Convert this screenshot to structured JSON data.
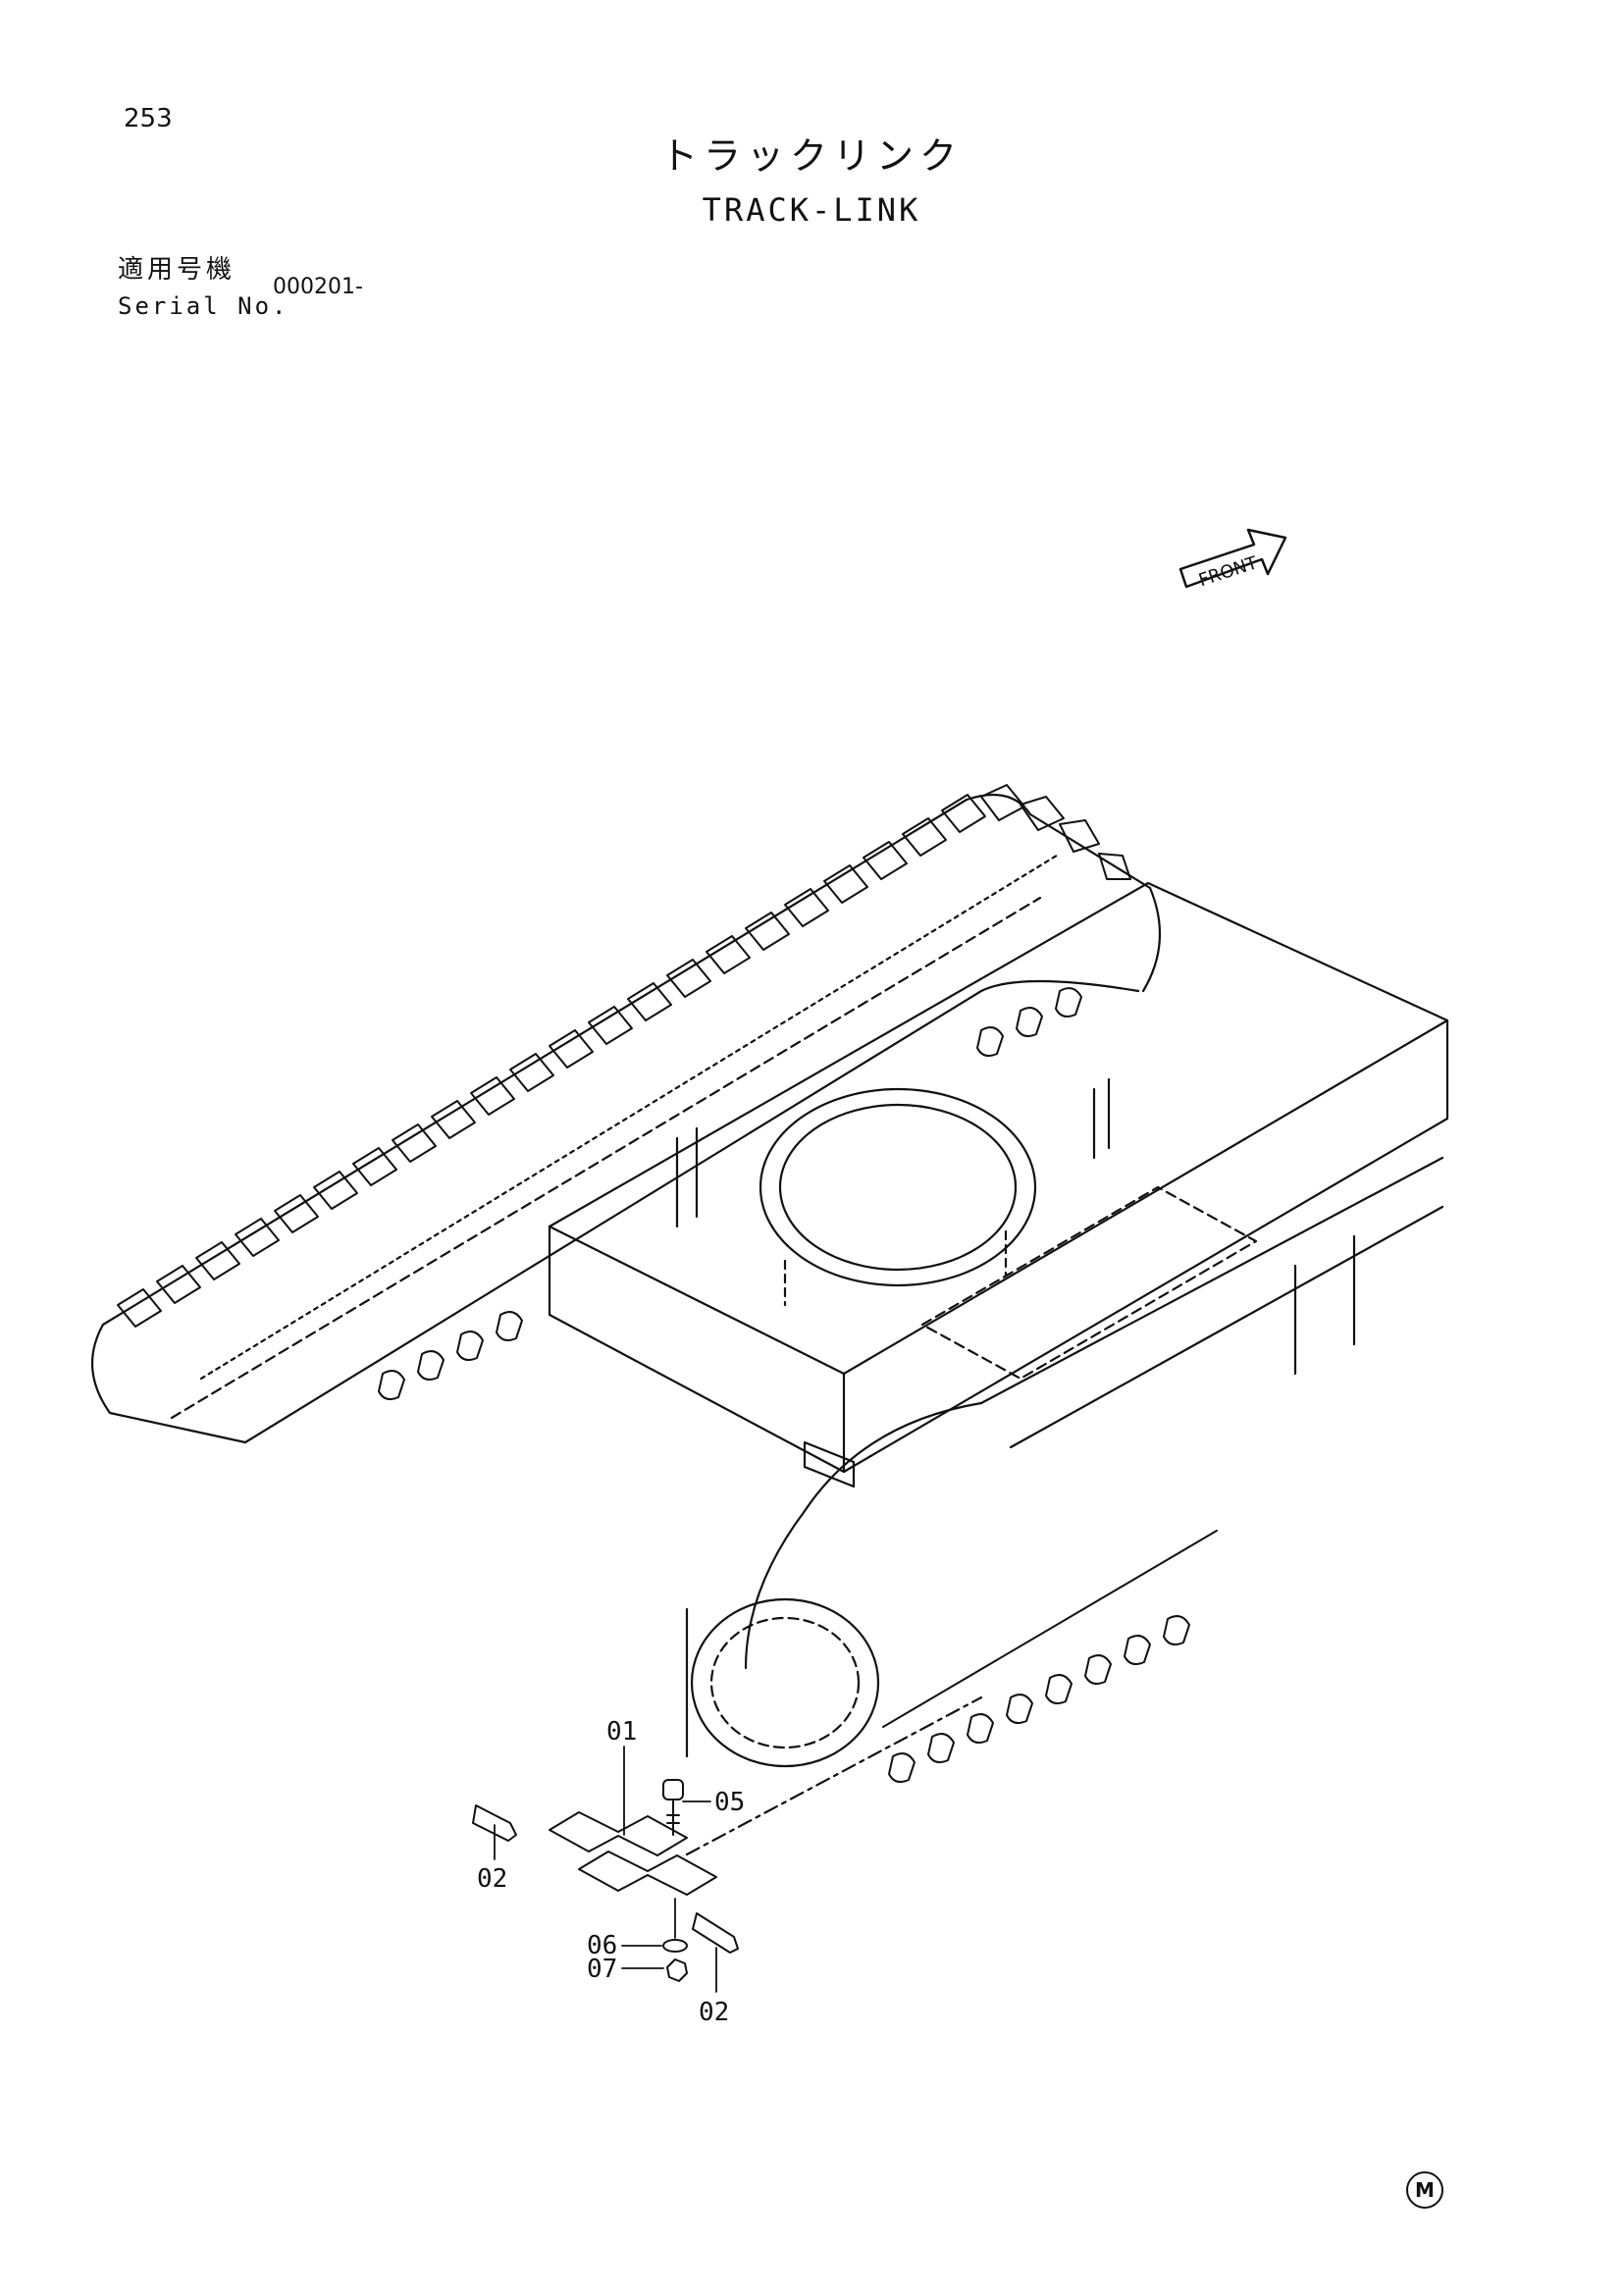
{
  "page": {
    "number": "253"
  },
  "title": {
    "japanese": "トラックリンク",
    "english": "TRACK-LINK"
  },
  "serial": {
    "label_jp": "適用号機",
    "label_en": "Serial No.",
    "value": "000201-"
  },
  "front_label": "FRONT",
  "callouts": [
    {
      "id": "01",
      "label": "01"
    },
    {
      "id": "05",
      "label": "05"
    },
    {
      "id": "02a",
      "label": "02"
    },
    {
      "id": "06",
      "label": "06"
    },
    {
      "id": "07",
      "label": "07"
    },
    {
      "id": "02b",
      "label": "02"
    }
  ],
  "corner_mark": "M"
}
